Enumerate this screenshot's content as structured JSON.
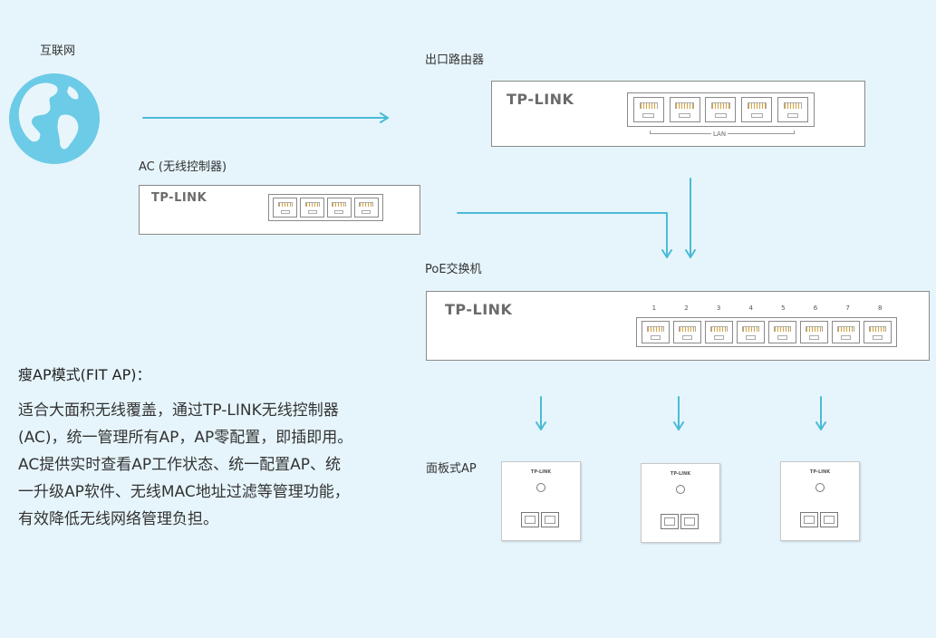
{
  "labels": {
    "internet": "互联网",
    "router": "出口路由器",
    "ac": "AC (无线控制器)",
    "poe_switch": "PoE交换机",
    "panel_ap": "面板式AP"
  },
  "devices": {
    "router": {
      "brand": "TP-LINK",
      "lan_label": "LAN"
    },
    "ac": {
      "brand": "TP-LINK"
    },
    "poe_switch": {
      "brand": "TP-LINK",
      "port_numbers": [
        "1",
        "2",
        "3",
        "4",
        "5",
        "6",
        "7",
        "8"
      ]
    },
    "panels": [
      {
        "brand": "TP-LINK"
      },
      {
        "brand": "TP-LINK"
      },
      {
        "brand": "TP-LINK"
      }
    ]
  },
  "description": {
    "heading": "瘦AP模式(FIT AP)：",
    "body": "适合大面积无线覆盖，通过TP-LINK无线控制器(AC)，统一管理所有AP，AP零配置，即插即用。AC提供实时查看AP工作状态、统一配置AP、统一升级AP软件、无线MAC地址过滤等管理功能，有效降低无线网络管理负担。"
  },
  "colors": {
    "background": "#e6f5fc",
    "arrow": "#4bbbd6",
    "globe_ocean": "#6ccbe6",
    "globe_land": "#e8f6fb"
  }
}
